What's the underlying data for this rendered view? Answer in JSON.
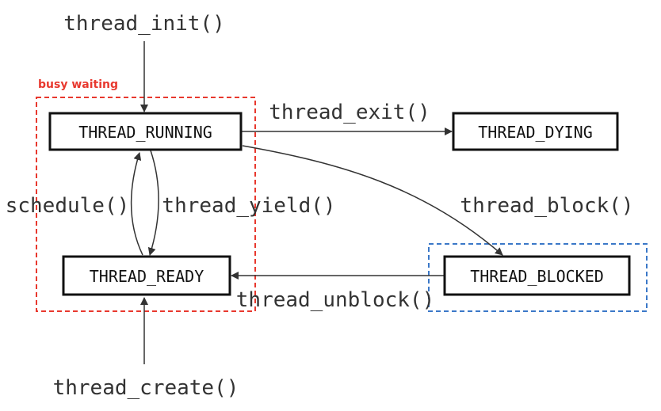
{
  "diagram": {
    "calls": {
      "init": "thread_init()",
      "exit": "thread_exit()",
      "schedule": "schedule()",
      "yield": "thread_yield()",
      "block": "thread_block()",
      "unblock": "thread_unblock()",
      "create": "thread_create()"
    },
    "states": {
      "running": "THREAD_RUNNING",
      "dying": "THREAD_DYING",
      "ready": "THREAD_READY",
      "blocked": "THREAD_BLOCKED"
    },
    "annotations": {
      "busy_waiting": "busy waiting"
    },
    "colors": {
      "busy_waiting": "#e8382e",
      "blocked_region": "#3b78c8",
      "line": "#333333",
      "box_border": "#111111"
    }
  }
}
